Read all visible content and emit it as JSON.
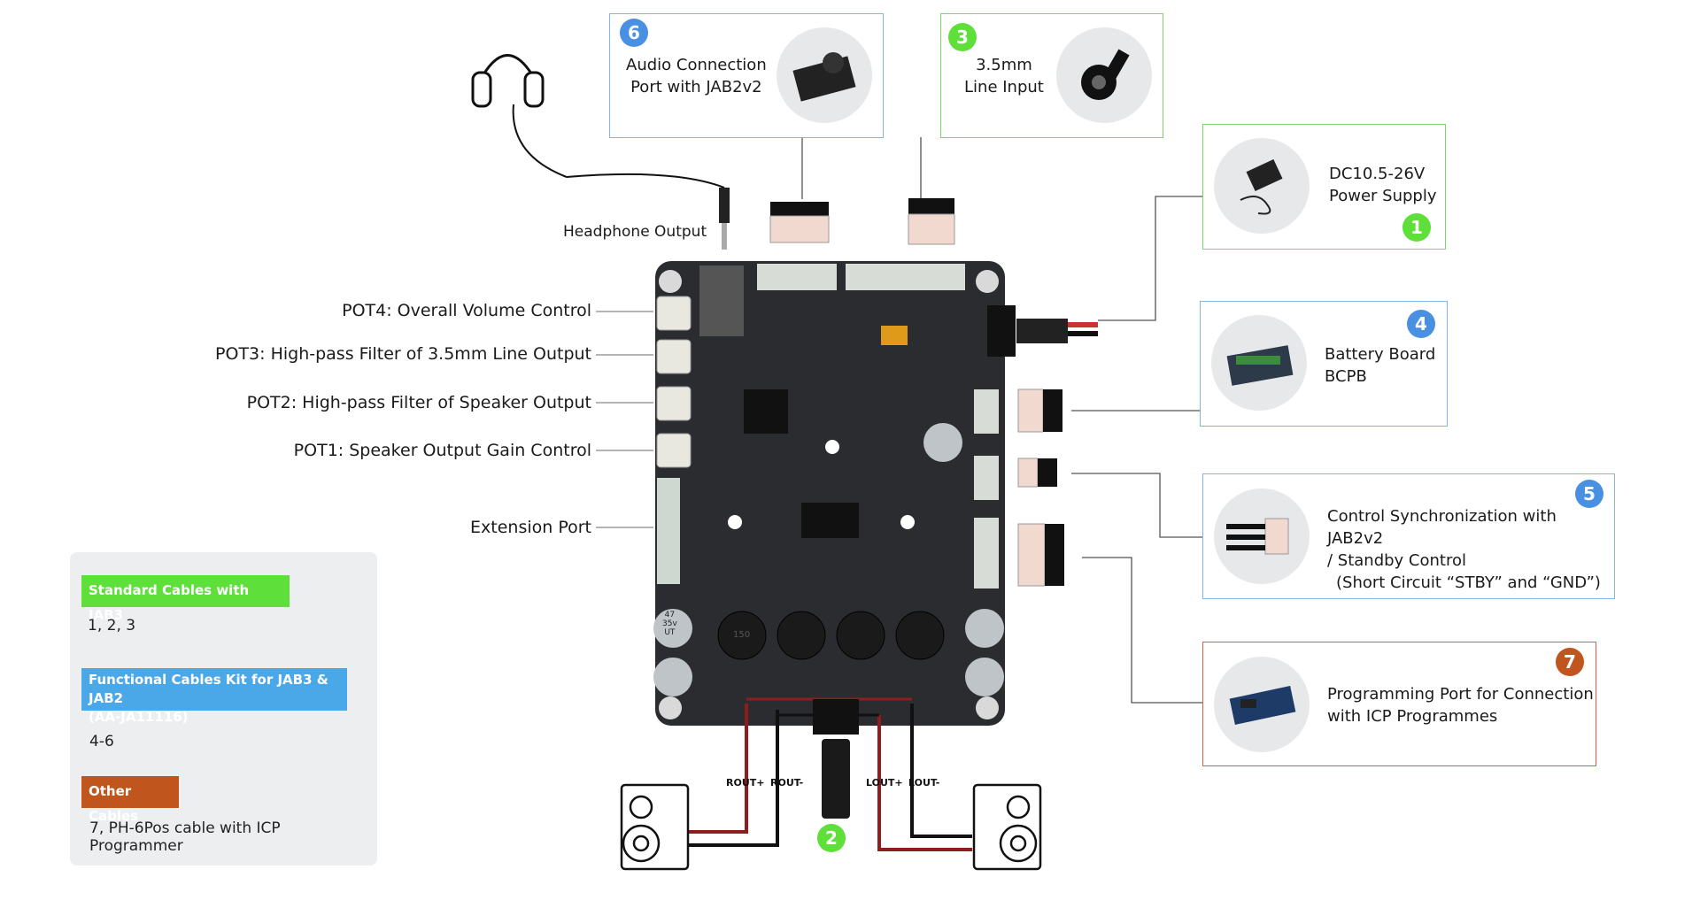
{
  "pcb_labels": {
    "pot4": "POT4: Overall Volume Control",
    "pot3": "POT3: High-pass Filter of 3.5mm Line Output",
    "pot2": "POT2: High-pass Filter of Speaker Output",
    "pot1": "POT1: Speaker Output Gain Control",
    "extension": "Extension Port",
    "headphone": "Headphone Output"
  },
  "boxes": {
    "audio_connection": {
      "number": "6",
      "text": [
        "Audio Connection",
        "Port with JAB2v2"
      ]
    },
    "line_input": {
      "number": "3",
      "text": [
        "3.5mm",
        "Line Input"
      ]
    },
    "power_supply": {
      "number": "1",
      "text": [
        "DC10.5-26V",
        "Power Supply"
      ]
    },
    "battery_board": {
      "number": "4",
      "text": [
        "Battery Board",
        "BCPB"
      ]
    },
    "control_sync": {
      "number": "5",
      "text": [
        "Control Synchronization with JAB2v2",
        "/ Standby Control",
        "(Short Circuit “STBY” and “GND”)"
      ]
    },
    "programming_port": {
      "number": "7",
      "text": [
        "Programming Port for Connection",
        "with ICP Programmes"
      ]
    }
  },
  "speaker_connector": {
    "number": "2"
  },
  "terminals": [
    "ROUT+",
    "ROUT-",
    "LOUT+",
    "LOUT-"
  ],
  "capacitor_markings": {
    "value": "47",
    "voltage": "35v",
    "code": "UT"
  },
  "inductor_marking": "150",
  "legend": {
    "standard": {
      "title": "Standard Cables with JAB3",
      "value": "1, 2, 3"
    },
    "functional": {
      "title": "Functional Cables Kit for JAB3 & JAB2",
      "subtitle": "(AA-JA11116)",
      "value": "4-6"
    },
    "other": {
      "title": "Other Cables",
      "value": "7, PH-6Pos cable with ICP Programmer"
    }
  },
  "colors": {
    "green": "#5fdf3a",
    "blue": "#4a90e2",
    "orange": "#c0561d",
    "box_green": "#7bd867",
    "box_blue": "#7fb5e8",
    "box_orange": "#c66a3c",
    "pcb": "#2a2c30",
    "wire_red": "#8e1e1e"
  }
}
